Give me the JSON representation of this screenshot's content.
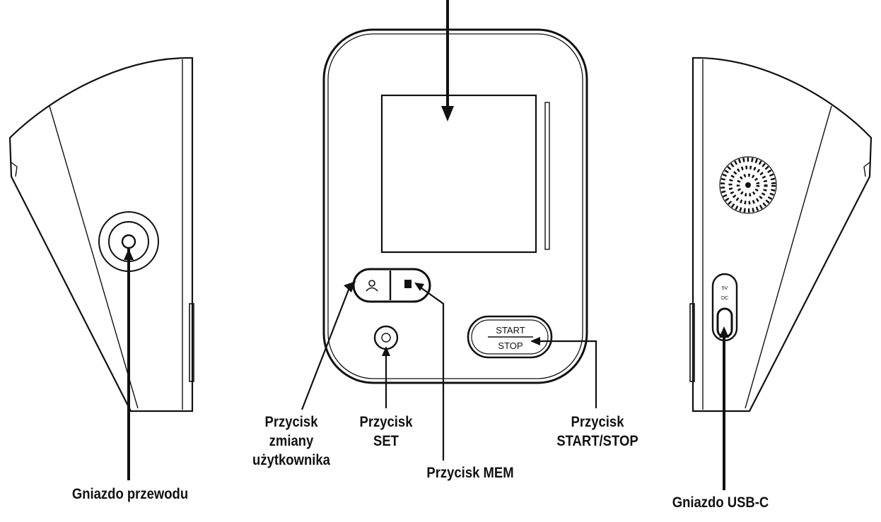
{
  "labels": {
    "cable_socket": "Gniazdo przewodu",
    "user_button_line1": "Przycisk",
    "user_button_line2": "zmiany",
    "user_button_line3": "użytkownika",
    "set_button_line1": "Przycisk",
    "set_button_line2": "SET",
    "mem_button": "Przycisk MEM",
    "start_stop_button_line1": "Przycisk",
    "start_stop_button_line2": "START/STOP",
    "usb_socket": "Gniazdo USB-C"
  },
  "device": {
    "start_label": "START",
    "stop_label": "STOP"
  }
}
